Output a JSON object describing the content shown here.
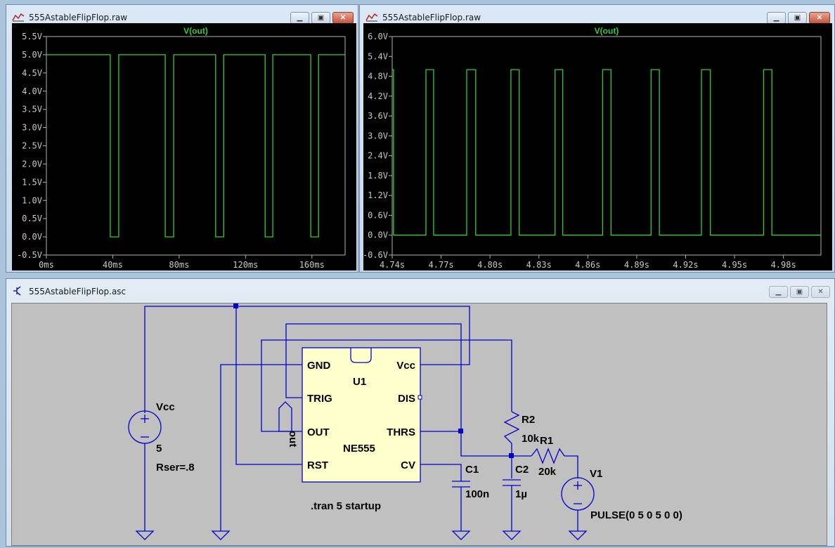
{
  "windows": {
    "plot_left": {
      "title": "555AstableFlipFlop.raw",
      "buttons": [
        "minimize",
        "maximize",
        "close"
      ]
    },
    "plot_right": {
      "title": "555AstableFlipFlop.raw",
      "buttons": [
        "minimize",
        "maximize",
        "close"
      ]
    },
    "schematic": {
      "title": "555AstableFlipFlop.asc",
      "buttons": [
        "minimize",
        "maximize",
        "close"
      ]
    }
  },
  "colors": {
    "trace": "#33cc33",
    "wire": "#0000cc",
    "plot_bg": "#000000",
    "schem_bg": "#c0c0c0",
    "ic_body": "#ffffcc",
    "axis": "#b0b0b0"
  },
  "chart_data": [
    {
      "type": "line",
      "title": "V(out)",
      "xlabel": "",
      "ylabel": "",
      "xlim": [
        0,
        180
      ],
      "ylim": [
        -0.5,
        5.5
      ],
      "x_unit": "ms",
      "xticks": [
        "0ms",
        "40ms",
        "80ms",
        "120ms",
        "160ms"
      ],
      "xtick_values": [
        0,
        40,
        80,
        120,
        160
      ],
      "yticks": [
        "5.5V",
        "5.0V",
        "4.5V",
        "4.0V",
        "3.5V",
        "3.0V",
        "2.5V",
        "2.0V",
        "1.5V",
        "1.0V",
        "0.5V",
        "0.0V",
        "-0.5V"
      ],
      "ytick_values": [
        5.5,
        5.0,
        4.5,
        4.0,
        3.5,
        3.0,
        2.5,
        2.0,
        1.5,
        1.0,
        0.5,
        0.0,
        -0.5
      ],
      "series": [
        {
          "name": "V(out)",
          "high": 5.0,
          "low": 0.0,
          "low_intervals": [
            [
              38.5,
              43.6
            ],
            [
              71.6,
              76.7
            ],
            [
              102.0,
              106.8
            ],
            [
              131.8,
              136.4
            ],
            [
              159.3,
              164.0
            ]
          ]
        }
      ]
    },
    {
      "type": "line",
      "title": "V(out)",
      "xlabel": "",
      "ylabel": "",
      "xlim": [
        4.74,
        5.003
      ],
      "ylim": [
        -0.6,
        6.0
      ],
      "x_unit": "s",
      "xticks": [
        "4.74s",
        "4.77s",
        "4.80s",
        "4.83s",
        "4.86s",
        "4.89s",
        "4.92s",
        "4.95s",
        "4.98s"
      ],
      "xtick_values": [
        4.74,
        4.77,
        4.8,
        4.83,
        4.86,
        4.89,
        4.92,
        4.95,
        4.98
      ],
      "yticks": [
        "6.0V",
        "5.4V",
        "4.8V",
        "4.2V",
        "3.6V",
        "3.0V",
        "2.4V",
        "1.8V",
        "1.2V",
        "0.6V",
        "0.0V",
        "-0.6V"
      ],
      "ytick_values": [
        6.0,
        5.4,
        4.8,
        4.2,
        3.6,
        3.0,
        2.4,
        1.8,
        1.2,
        0.6,
        0.0,
        -0.6
      ],
      "series": [
        {
          "name": "V(out)",
          "high": 5.0,
          "low": 0.0,
          "high_intervals": [
            [
              4.74,
              4.7408
            ],
            [
              4.7607,
              4.7654
            ],
            [
              4.7857,
              4.7912
            ],
            [
              4.8128,
              4.8179
            ],
            [
              4.8399,
              4.8446
            ],
            [
              4.8691,
              4.8742
            ],
            [
              4.8988,
              4.9039
            ],
            [
              4.9297,
              4.9352
            ],
            [
              4.9678,
              4.9729
            ]
          ]
        }
      ]
    }
  ],
  "schematic": {
    "ic": {
      "ref": "U1",
      "model": "NE555",
      "pins_left": [
        "GND",
        "TRIG",
        "OUT",
        "RST"
      ],
      "pins_right": [
        "Vcc",
        "DIS",
        "THRS",
        "CV"
      ]
    },
    "vcc_source": {
      "name": "Vcc",
      "value": "5",
      "param": "Rser=.8"
    },
    "net_label": "out",
    "R2": {
      "name": "R2",
      "value": "10k"
    },
    "R1": {
      "name": "R1",
      "value": "20k"
    },
    "C1": {
      "name": "C1",
      "value": "100n"
    },
    "C2": {
      "name": "C2",
      "value": "1µ"
    },
    "V1": {
      "name": "V1",
      "value": "PULSE(0 5 0 5 0 0)"
    },
    "directive": ".tran 5 startup"
  }
}
